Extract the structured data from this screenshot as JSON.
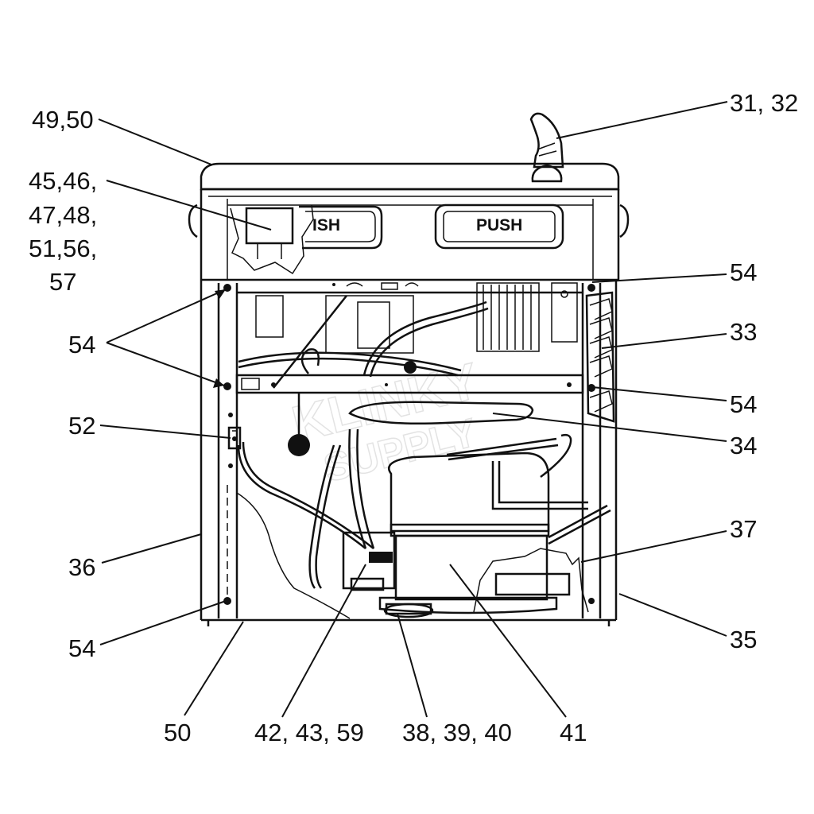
{
  "buttons": {
    "left": "ISH",
    "right": "PUSH"
  },
  "watermark": {
    "line1": "KLINKY",
    "line2": "SUPPLY"
  },
  "callouts": {
    "c49_50": "49,50",
    "c45_line1": "45,46,",
    "c45_line2": "47,48,",
    "c45_line3": "51,56,",
    "c45_line4": "57",
    "c54_left": "54",
    "c52": "52",
    "c36": "36",
    "c54_bottom": "54",
    "c50": "50",
    "c42": "42, 43, 59",
    "c38": "38, 39, 40",
    "c41": "41",
    "c31": "31, 32",
    "c54_top_right": "54",
    "c33": "33",
    "c54_mid_right": "54",
    "c34": "34",
    "c37": "37",
    "c35": "35"
  }
}
